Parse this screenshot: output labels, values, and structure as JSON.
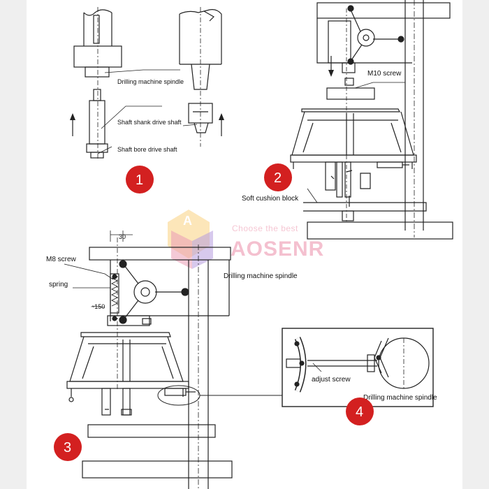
{
  "labels": {
    "drilling_machine_spindle_1": "Drilling machine spindle",
    "shaft_shank_drive_shaft": "Shaft shank drive shaft",
    "shaft_bore_drive_shaft": "Shaft bore drive shaft",
    "m10_screw": "M10 screw",
    "soft_cushion_block": "Soft cushion block",
    "m8_screw": "M8 screw",
    "spring": "spring",
    "dim_30": "30",
    "dim_150": "~150",
    "drilling_machine_spindle_3": "Drilling machine spindle",
    "adjust_screw": "adjust screw",
    "drilling_machine_spindle_4": "Drilling machine spindle"
  },
  "steps": [
    "1",
    "2",
    "3",
    "4"
  ],
  "watermark": {
    "logo_letter": "A",
    "tagline": "Choose the best",
    "brand": "AOSENR"
  },
  "colors": {
    "badge": "#d32020",
    "line": "#222222",
    "background": "#efefef",
    "panel": "#ffffff"
  }
}
